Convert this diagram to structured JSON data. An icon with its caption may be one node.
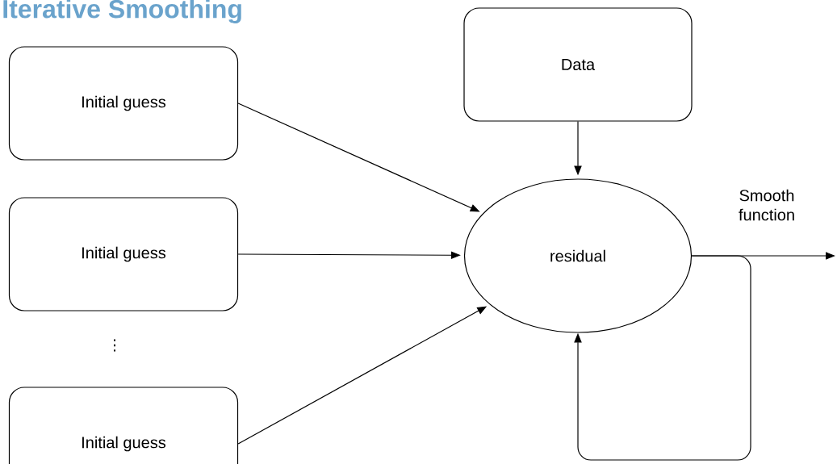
{
  "diagram": {
    "title": "Iterative Smoothing",
    "nodes": [
      {
        "text": [
          "Initial guess"
        ]
      },
      {
        "text": [
          "Initial guess"
        ]
      },
      {
        "text": [
          "Initial guess"
        ]
      },
      {
        "text": [
          "Data"
        ]
      },
      {
        "text": [
          "residual"
        ]
      }
    ],
    "edges": [
      {
        "from": 0,
        "to": 4,
        "arrow": "to"
      },
      {
        "from": 1,
        "to": 4,
        "arrow": "to"
      },
      {
        "from": 2,
        "to": 4,
        "arrow": "to"
      },
      {
        "from": 3,
        "to": 4,
        "arrow": "to"
      },
      {
        "from": 4,
        "to": null,
        "arrow": "to",
        "label": "Smooth function"
      },
      {
        "from": 4,
        "to": 4,
        "arrow": "to"
      }
    ],
    "labels": [
      "⋮"
    ]
  }
}
